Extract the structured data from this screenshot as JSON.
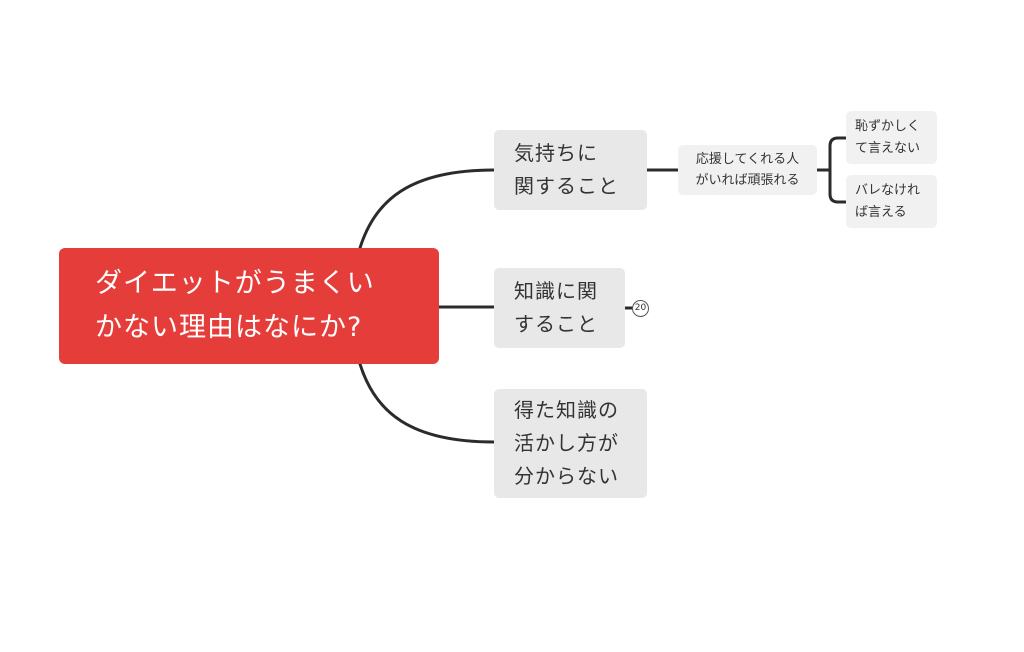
{
  "mindmap": {
    "central": {
      "text": "ダイエットがうまくい\nかない理由はなにか?",
      "color": "#e53e3a"
    },
    "topics": [
      {
        "text": "気持ちに\n関すること"
      },
      {
        "text": "知識に関\nすること",
        "collapsed_count": "20"
      },
      {
        "text": "得た知識の\n活かし方が\n分からない"
      }
    ],
    "subtopic": {
      "text": "応援してくれる人\nがいれば頑張れる"
    },
    "leaves": [
      {
        "text": "恥ずかしく\nて言えない"
      },
      {
        "text": "バレなけれ\nば言える"
      }
    ],
    "connector_color": "#2b2b2b"
  }
}
